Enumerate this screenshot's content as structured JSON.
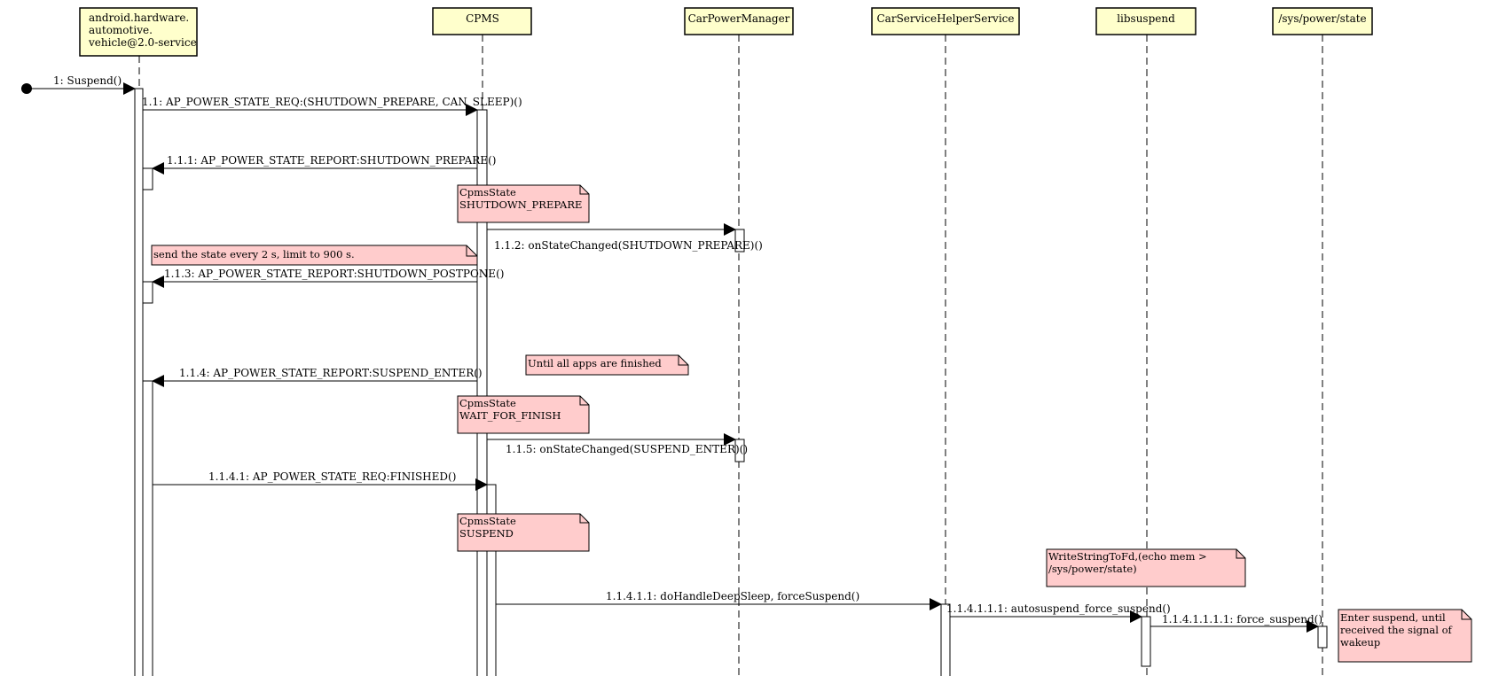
{
  "diagram": {
    "type": "sequence",
    "colors": {
      "participant_fill": "#ffffcc",
      "note_fill": "#ffcccc",
      "line": "#000000"
    },
    "participants": [
      {
        "id": "vhal",
        "lines": [
          "android.hardware.",
          "automotive.",
          "vehicle@2.0-service"
        ]
      },
      {
        "id": "cpms",
        "lines": [
          "CPMS"
        ]
      },
      {
        "id": "cpm",
        "lines": [
          "CarPowerManager"
        ]
      },
      {
        "id": "cshs",
        "lines": [
          "CarServiceHelperService"
        ]
      },
      {
        "id": "libsuspend",
        "lines": [
          "libsuspend"
        ]
      },
      {
        "id": "sysps",
        "lines": [
          "/sys/power/state"
        ]
      }
    ],
    "messages": [
      {
        "id": "m1",
        "label": "1: Suspend()"
      },
      {
        "id": "m2",
        "label": "1.1: AP_POWER_STATE_REQ:(SHUTDOWN_PREPARE, CAN_SLEEP)()"
      },
      {
        "id": "m3",
        "label": "1.1.1: AP_POWER_STATE_REPORT:SHUTDOWN_PREPARE()"
      },
      {
        "id": "m4",
        "label": "1.1.2: onStateChanged(SHUTDOWN_PREPARE)()"
      },
      {
        "id": "m5",
        "label": "1.1.3: AP_POWER_STATE_REPORT:SHUTDOWN_POSTPONE()"
      },
      {
        "id": "m6",
        "label": "1.1.4: AP_POWER_STATE_REPORT:SUSPEND_ENTER()"
      },
      {
        "id": "m7",
        "label": "1.1.5: onStateChanged(SUSPEND_ENTER)()"
      },
      {
        "id": "m8",
        "label": "1.1.4.1: AP_POWER_STATE_REQ:FINISHED()"
      },
      {
        "id": "m9",
        "label": "1.1.4.1.1: doHandleDeepSleep, forceSuspend()"
      },
      {
        "id": "m10",
        "label": "1.1.4.1.1.1: autosuspend_force_suspend()"
      },
      {
        "id": "m11",
        "label": "1.1.4.1.1.1.1: force_suspend()"
      }
    ],
    "notes": [
      {
        "id": "n1",
        "lines": [
          "CpmsState",
          "SHUTDOWN_PREPARE"
        ]
      },
      {
        "id": "n2",
        "lines": [
          "send the state every 2 s, limit to 900 s."
        ]
      },
      {
        "id": "n3",
        "lines": [
          "Until all apps are finished"
        ]
      },
      {
        "id": "n4",
        "lines": [
          "CpmsState",
          "WAIT_FOR_FINISH"
        ]
      },
      {
        "id": "n5",
        "lines": [
          "CpmsState",
          "SUSPEND"
        ]
      },
      {
        "id": "n6",
        "lines": [
          "WriteStringToFd,(echo mem >",
          "/sys/power/state)"
        ]
      },
      {
        "id": "n7",
        "lines": [
          "Enter suspend, until",
          "received the signal of",
          "wakeup"
        ]
      }
    ]
  }
}
